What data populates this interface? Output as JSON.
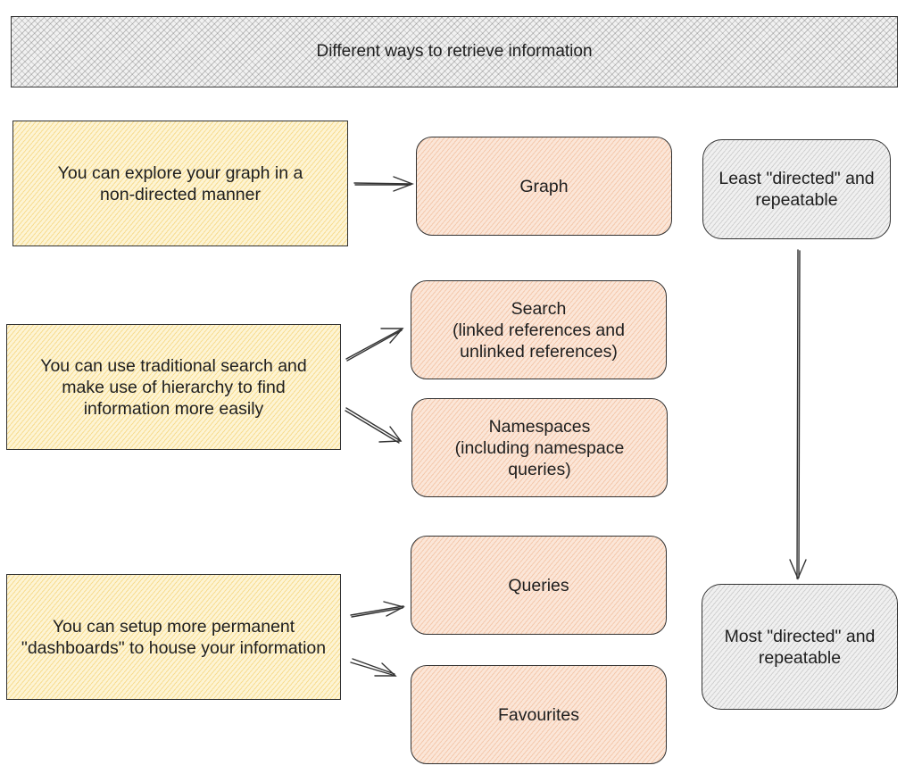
{
  "title": "Different ways to retrieve information",
  "descriptions": {
    "explore": "You can explore your graph in a non-directed manner",
    "search": "You can use traditional search and make use of hierarchy to find information more easily",
    "dashboards": "You can setup more permanent \"dashboards\" to house your information"
  },
  "methods": {
    "graph": "Graph",
    "search_title": "Search",
    "search_sub": "(linked references and unlinked references)",
    "namespaces_title": "Namespaces",
    "namespaces_sub": "(including namespace queries)",
    "queries": "Queries",
    "favourites": "Favourites"
  },
  "scale": {
    "least": "Least \"directed\" and repeatable",
    "most": "Most \"directed\" and repeatable"
  },
  "colors": {
    "yellow_fill": "#fdf4d4",
    "orange_fill": "#fbe6d8",
    "grey_fill": "#f0f0f0",
    "stroke": "#333333"
  }
}
